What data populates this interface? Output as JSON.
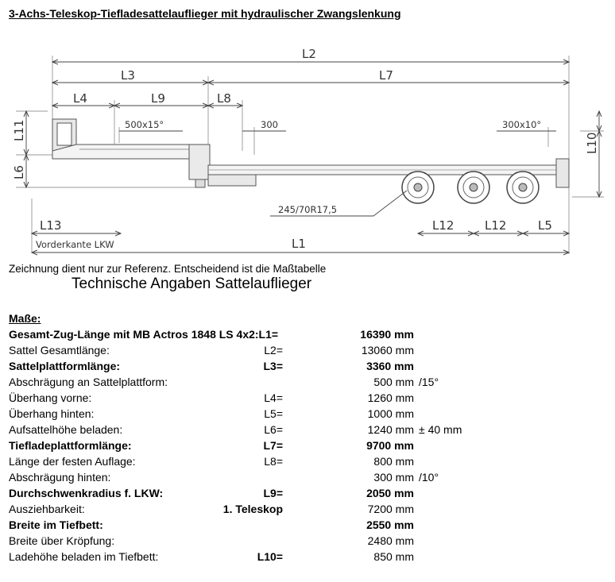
{
  "title": "3-Achs-Teleskop-Tiefladesattelauflieger mit hydraulischer Zwangslenkung",
  "drawing": {
    "dims": {
      "l2": "L2",
      "l3": "L3",
      "l7": "L7",
      "l4": "L4",
      "l9": "L9",
      "l8": "L8",
      "l11": "L11",
      "l10": "L10",
      "l6": "L6",
      "l13": "L13",
      "l12a": "L12",
      "l12b": "L12",
      "l5": "L5",
      "l1": "L1"
    },
    "notes": {
      "front_bevel": "500x15°",
      "gap": "300",
      "rear_bevel": "300x10°",
      "tire": "245/70R17,5",
      "front_edge": "Vorderkante LKW"
    }
  },
  "ref_note": "Zeichnung dient nur zur Referenz. Entscheidend ist die Maßtabelle",
  "spec_title": "Technische Angaben Sattelauflieger",
  "section_title": "Maße:",
  "rows": [
    {
      "label": "Gesamt-Zug-Länge mit MB Actros 1848 LS 4x2:L1=",
      "code": "",
      "value": "16390 mm",
      "unit": "",
      "bold": true
    },
    {
      "label": "Sattel Gesamtlänge:",
      "code": "L2=",
      "value": "13060 mm",
      "unit": "",
      "bold": false
    },
    {
      "label": "Sattelplattformlänge:",
      "code": "L3=",
      "value": "3360 mm",
      "unit": "",
      "bold": true
    },
    {
      "label": "Abschrägung an Sattelplattform:",
      "code": "",
      "value": "500 mm",
      "unit": "/15°",
      "bold": false
    },
    {
      "label": "Überhang vorne:",
      "code": "L4=",
      "value": "1260 mm",
      "unit": "",
      "bold": false
    },
    {
      "label": "Überhang hinten:",
      "code": "L5=",
      "value": "1000 mm",
      "unit": "",
      "bold": false
    },
    {
      "label": "Aufsattelhöhe beladen:",
      "code": "L6=",
      "value": "1240 mm",
      "unit": "± 40 mm",
      "bold": false
    },
    {
      "label": "Tiefladeplattformlänge:",
      "code": "L7=",
      "value": "9700 mm",
      "unit": "",
      "bold": true
    },
    {
      "label": "Länge der festen Auflage:",
      "code": "L8=",
      "value": "800 mm",
      "unit": "",
      "bold": false
    },
    {
      "label": "Abschrägung hinten:",
      "code": "",
      "value": "300 mm",
      "unit": "/10°",
      "bold": false
    },
    {
      "label": "Durchschwenkradius f. LKW:",
      "code": "L9=",
      "value": "2050 mm",
      "unit": "",
      "bold": true
    },
    {
      "label": "Ausziehbarkeit:",
      "code": "1. Teleskop",
      "value": "7200 mm",
      "unit": "",
      "bold": false,
      "code_bold": true
    },
    {
      "label": "Breite im Tiefbett:",
      "code": "",
      "value": "2550 mm",
      "unit": "",
      "bold": true
    },
    {
      "label": "Breite über Kröpfung:",
      "code": "",
      "value": "2480 mm",
      "unit": "",
      "bold": false
    },
    {
      "label": "Ladehöhe beladen im Tiefbett:",
      "code": "L10=",
      "value": "850 mm",
      "unit": "",
      "bold": false,
      "code_bold": true
    }
  ]
}
